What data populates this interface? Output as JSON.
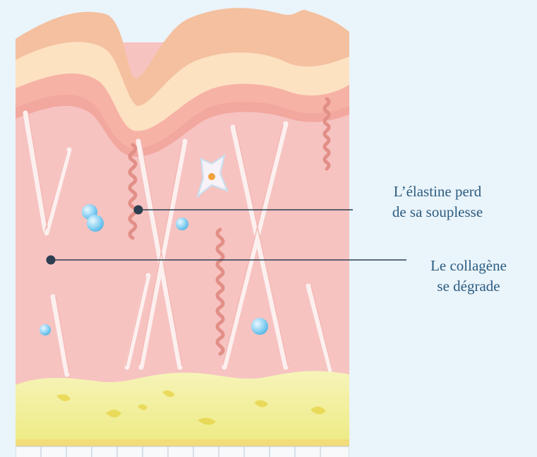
{
  "labels": {
    "elastin": {
      "line1": "L’élastine perd",
      "line2": "de sa souplesse"
    },
    "collagen": {
      "line1": "Le collagène",
      "line2": "se dégrade"
    }
  },
  "colors": {
    "background": "#eaf4fb",
    "dermis": "#f6c3c1",
    "epidermis_outer": "#f4c09f",
    "epidermis_band": "#fde2c2",
    "basal_layer": "#f7b2a6",
    "fat_layer": "#f3f1a6",
    "elastin_fiber": "#e28f87",
    "collagen_fiber": "#fdf3f2",
    "water_droplet": "#8fd3f3",
    "callout_line": "#2c3e50",
    "label_text": "#2c5c80"
  }
}
